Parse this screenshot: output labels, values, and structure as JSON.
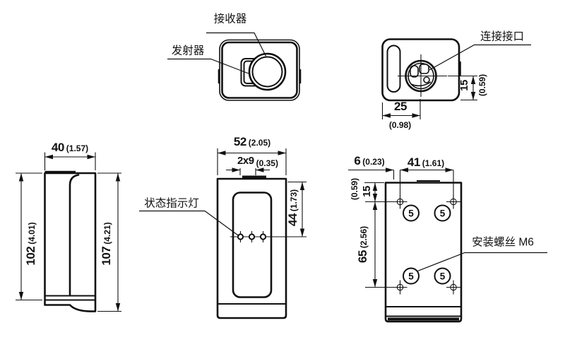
{
  "views": {
    "top": {
      "receiver_label": "接收器",
      "transmitter_label": "发射器"
    },
    "connector": {
      "port_label": "连接接口",
      "width_mm": "25",
      "width_in": "(0.98)",
      "height_mm": "15",
      "height_in": "(0.59)"
    },
    "side": {
      "depth_mm": "40",
      "depth_in": "(1.57)",
      "body_mm": "102",
      "body_in": "(4.01)",
      "overall_mm": "107",
      "overall_in": "(4.21)"
    },
    "front": {
      "status_led_label": "状态指示灯",
      "width_mm": "52",
      "width_in": "(2.05)",
      "tab_mm": "2x9",
      "tab_in": "(0.35)",
      "led_mm": "44",
      "led_in": "(1.73)"
    },
    "back": {
      "screw_label": "安装螺丝 M6",
      "hole_mark": "5",
      "edge_mm": "6",
      "edge_in": "(0.23)",
      "holes_width_mm": "41",
      "holes_width_in": "(1.61)",
      "holes_top_mm": "15",
      "holes_top_in": "(0.59)",
      "holes_vertical_mm": "65",
      "holes_vertical_in": "(2.56)"
    }
  },
  "colors": {
    "line": "#111111",
    "background": "#ffffff"
  }
}
